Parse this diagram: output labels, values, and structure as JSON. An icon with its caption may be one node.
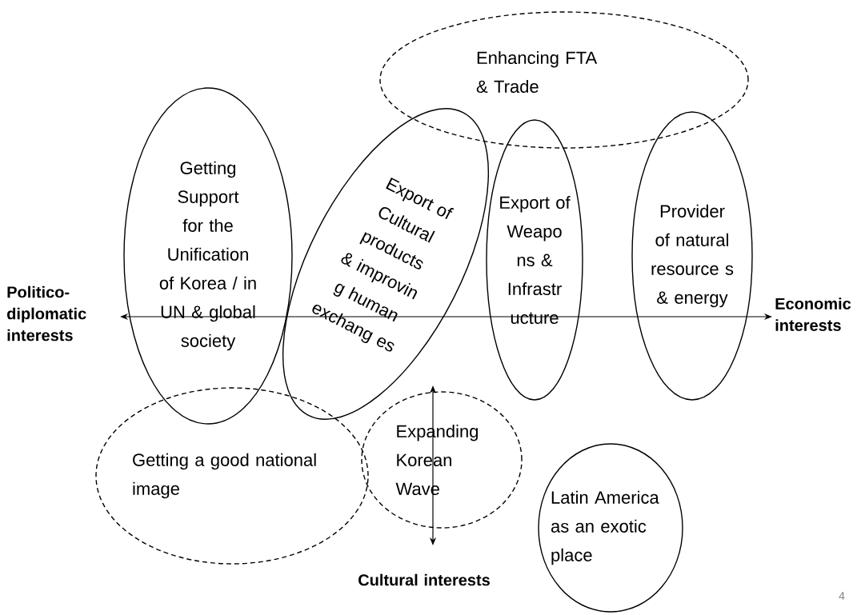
{
  "diagram": {
    "nodes": [
      {
        "text": [
          "Enhancing FTA & Trade"
        ]
      },
      {
        "text": [
          "Getting Support for the Unification of Korea / in UN & global society"
        ]
      },
      {
        "text": [
          "Export of Cultural products & improvin g human exchang es"
        ]
      },
      {
        "text": [
          "Export of Weapo ns & Infrastr ucture"
        ]
      },
      {
        "text": [
          "Provider of natural resource s & energy"
        ]
      },
      {
        "text": [
          "Getting a good national image"
        ]
      },
      {
        "text": [
          "Expanding Korean Wave"
        ]
      },
      {
        "text": [
          "Latin America as an exotic place"
        ]
      }
    ],
    "labels": [
      "Politico-diplomatic interests",
      "Economic interests",
      "Cultural interests",
      "4"
    ]
  }
}
